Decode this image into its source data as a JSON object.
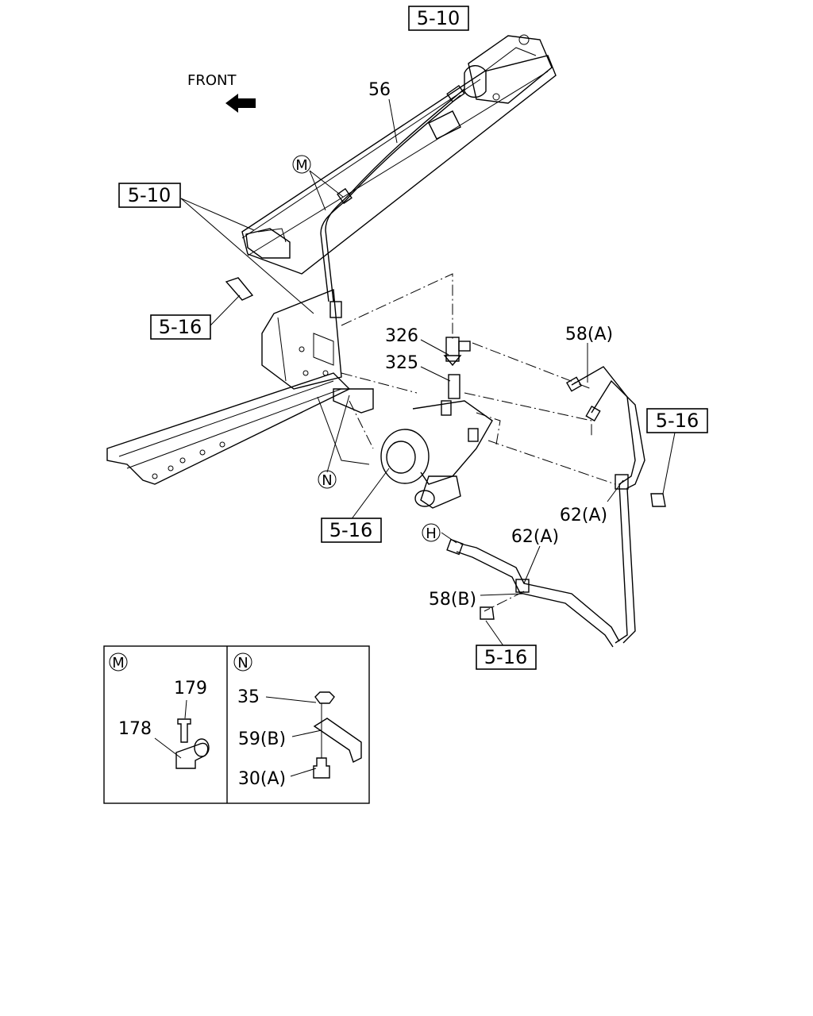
{
  "front_label": "FRONT",
  "callouts": {
    "c56": "56",
    "c326": "326",
    "c325": "325",
    "c58a": "58(A)",
    "c62a_1": "62(A)",
    "c62a_2": "62(A)",
    "c58b": "58(B)"
  },
  "ref_boxes": {
    "r510_top": "5-10",
    "r510_left": "5-10",
    "r516_left": "5-16",
    "r516_mid": "5-16",
    "r516_right": "5-16",
    "r516_bottom": "5-16"
  },
  "circled": {
    "m": "M",
    "n": "N",
    "h": "H"
  },
  "detail_m": {
    "header": "M",
    "p179": "179",
    "p178": "178"
  },
  "detail_n": {
    "header": "N",
    "p35": "35",
    "p59b": "59(B)",
    "p30a": "30(A)"
  }
}
